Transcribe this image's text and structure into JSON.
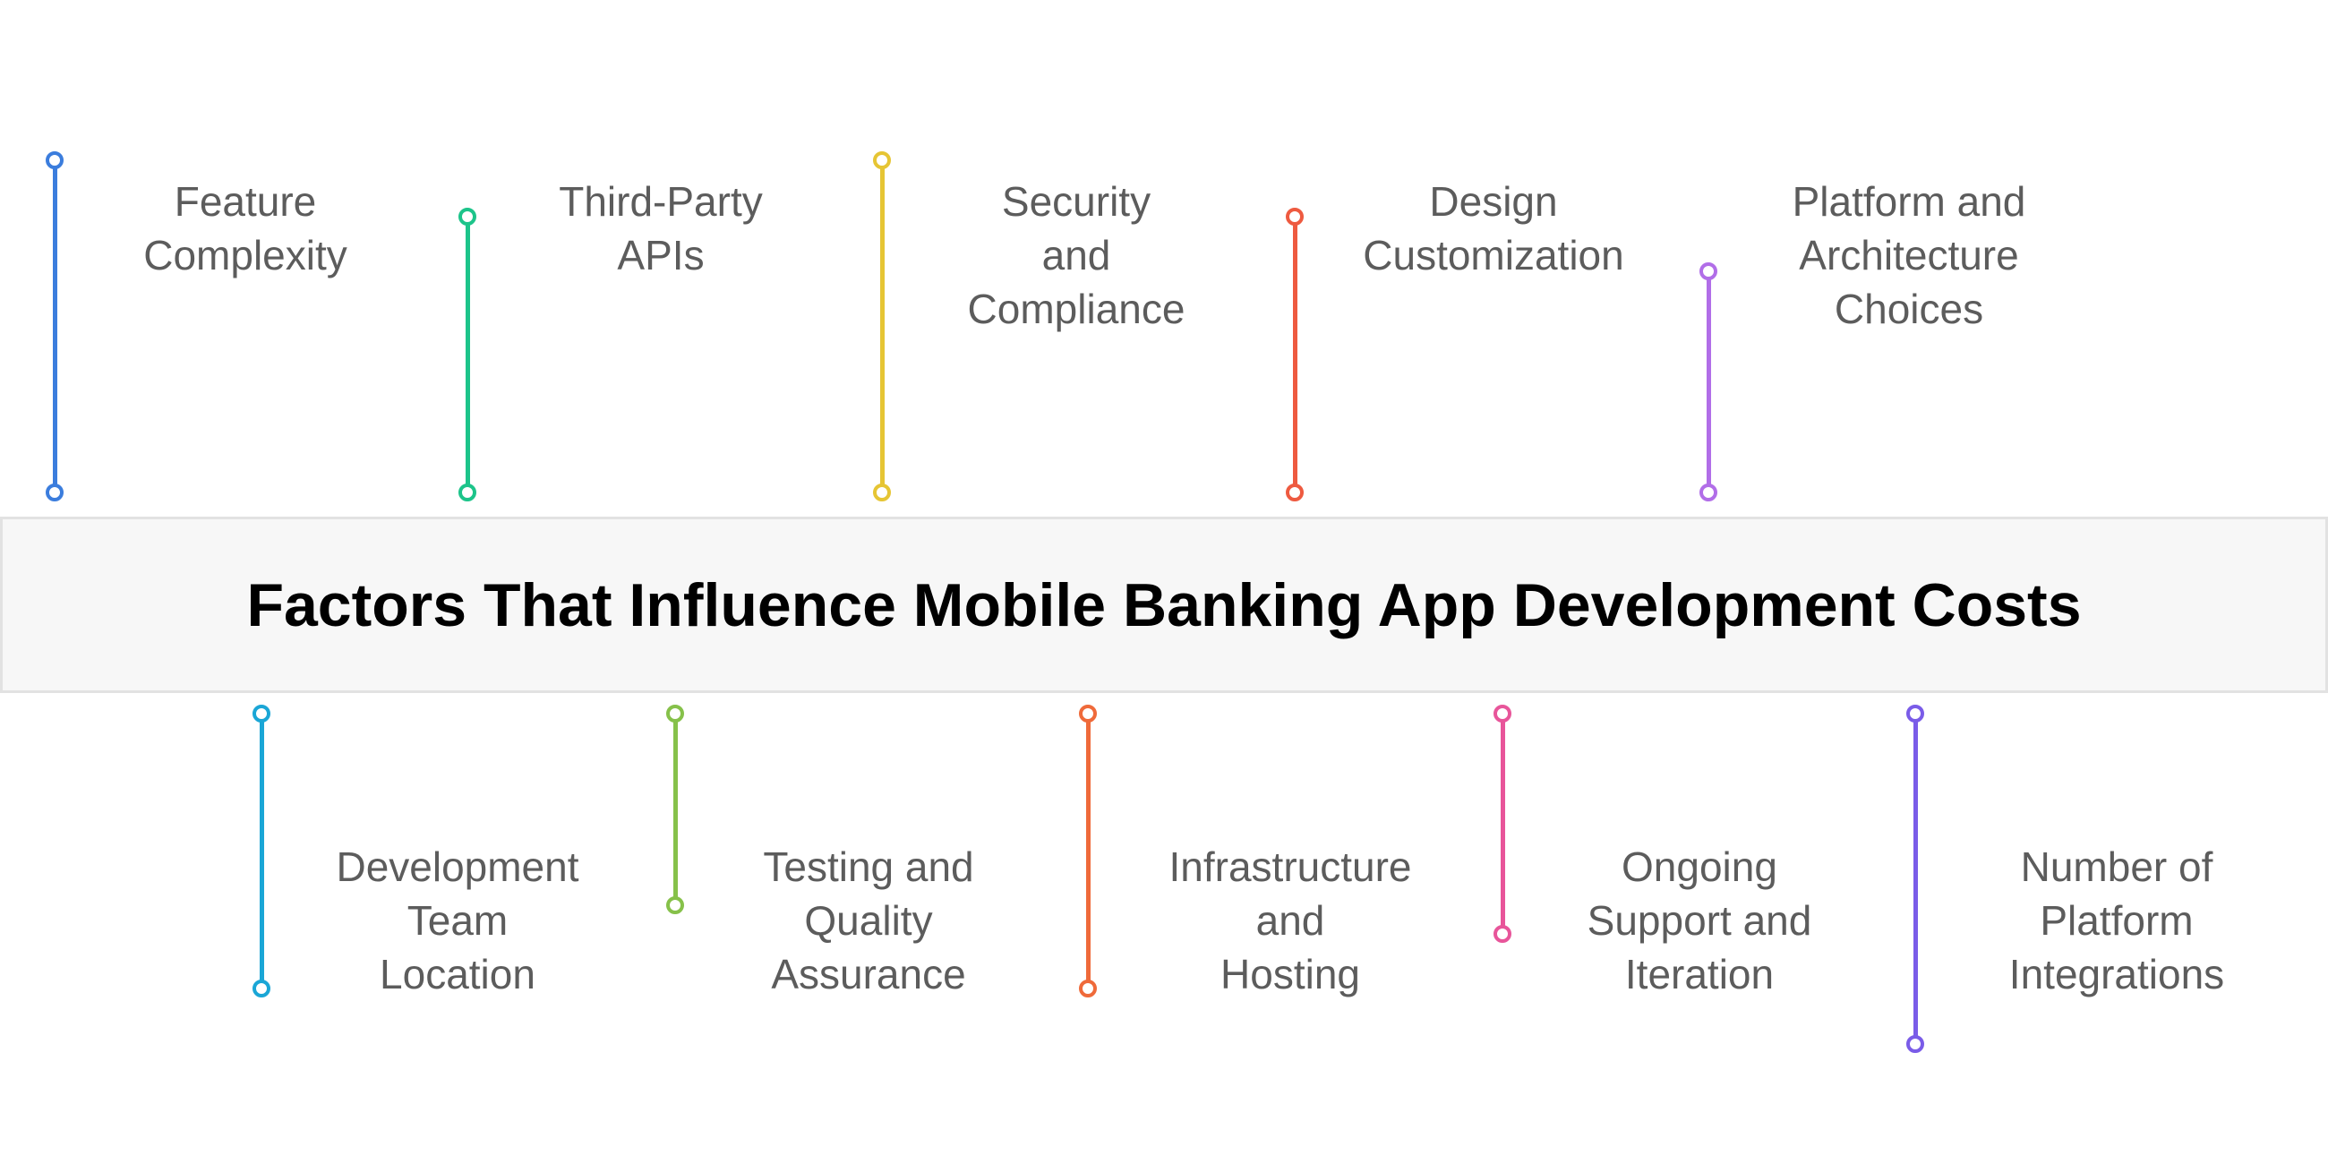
{
  "title": "Factors That Influence Mobile Banking App Development Costs",
  "top_factors": [
    {
      "lines": [
        "Feature",
        "Complexity"
      ],
      "color": "#3b7ddd"
    },
    {
      "lines": [
        "Third-Party",
        "APIs"
      ],
      "color": "#1cc48a"
    },
    {
      "lines": [
        "Security",
        "and",
        "Compliance"
      ],
      "color": "#e6c534"
    },
    {
      "lines": [
        "Design",
        "Customization"
      ],
      "color": "#ee5a40"
    },
    {
      "lines": [
        "Platform and",
        "Architecture",
        "Choices"
      ],
      "color": "#b16ee8"
    }
  ],
  "bottom_factors": [
    {
      "lines": [
        "Development",
        "Team",
        "Location"
      ],
      "color": "#1aa6d6"
    },
    {
      "lines": [
        "Testing and",
        "Quality",
        "Assurance"
      ],
      "color": "#86c14a"
    },
    {
      "lines": [
        "Infrastructure",
        "and",
        "Hosting"
      ],
      "color": "#ef6a3a"
    },
    {
      "lines": [
        "Ongoing",
        "Support and",
        "Iteration"
      ],
      "color": "#e8559a"
    },
    {
      "lines": [
        "Number of",
        "Platform",
        "Integrations"
      ],
      "color": "#7a5ce8"
    }
  ]
}
